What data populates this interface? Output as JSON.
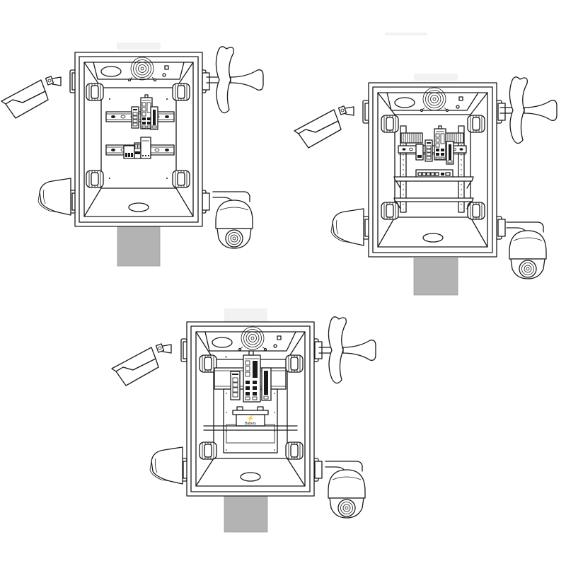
{
  "diagram": {
    "title": "",
    "type": "technical line drawing",
    "description": "Three variants of a pole-mounted outdoor network enclosure with surrounding CCTV cameras",
    "colors": {
      "line": "#1a1a1a",
      "background": "#ffffff",
      "pole": "#b3b3b3",
      "pole_top_ghost": "#f2f2f2"
    },
    "enclosures": [
      {
        "id": "enclosure-1",
        "position": "top-left",
        "layout": "two DIN rails",
        "components": [
          "cooling-fan",
          "indicator-window",
          "power-button",
          "din-rail-upper",
          "din-rail-lower",
          "industrial-switch",
          "poe-switch",
          "media-converter",
          "power-supply",
          "circuit-breakers",
          "cable-glands"
        ],
        "peripherals": [
          "bullet-camera",
          "dome-camera",
          "ptz-camera",
          "wireless-antenna"
        ],
        "labels": []
      },
      {
        "id": "enclosure-2",
        "position": "top-right",
        "layout": "19-inch rack rails with shelves",
        "components": [
          "cooling-fan",
          "indicator-window",
          "power-button",
          "rack-rails",
          "din-rail",
          "industrial-switch",
          "poe-switch",
          "power-supply",
          "desktop-switch",
          "shelf-upper",
          "shelf-lower",
          "cable-glands"
        ],
        "peripherals": [
          "bullet-camera",
          "dome-camera",
          "ptz-camera",
          "wireless-antenna"
        ],
        "labels": []
      },
      {
        "id": "enclosure-3",
        "position": "bottom-center",
        "layout": "mounting plate with battery shelf",
        "components": [
          "cooling-fan",
          "indicator-window",
          "power-button",
          "mounting-plate",
          "industrial-switch",
          "poe-switch",
          "media-converter",
          "battery",
          "shelf",
          "cable-glands"
        ],
        "peripherals": [
          "bullet-camera",
          "dome-camera",
          "ptz-camera",
          "wireless-antenna"
        ],
        "labels": [
          "Battery"
        ]
      }
    ],
    "battery_label": "Battery",
    "battery_symbol": "⚡"
  }
}
